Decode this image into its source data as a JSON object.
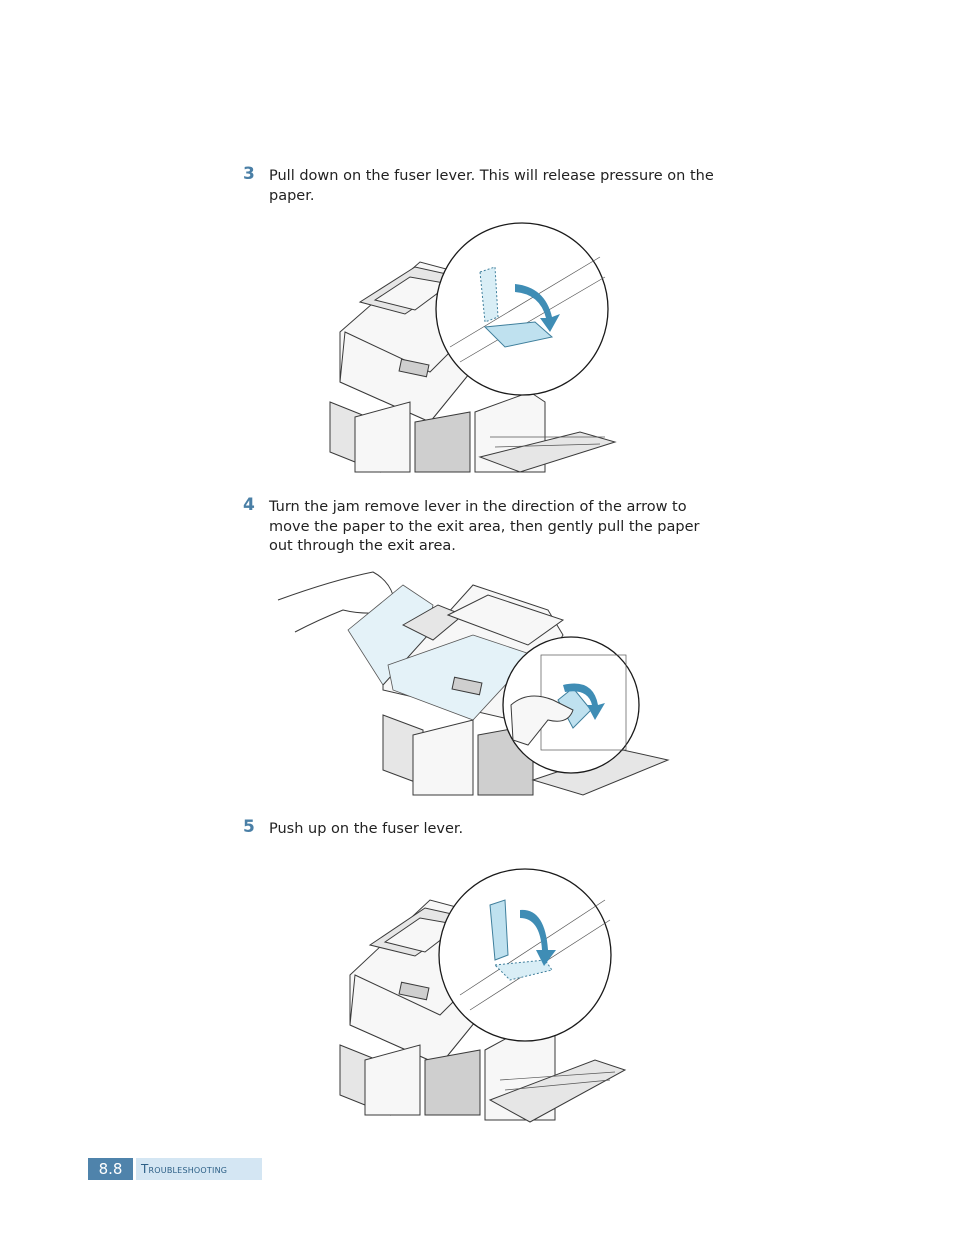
{
  "steps": [
    {
      "number": "3",
      "text": "Pull down on the fuser lever. This will release pressure on the paper."
    },
    {
      "number": "4",
      "text": "Turn the jam remove lever in the direction of the arrow to move the paper to the exit area, then gently pull the paper out through the exit area."
    },
    {
      "number": "5",
      "text": "Push up on the fuser lever."
    }
  ],
  "footer": {
    "page_number": "8.8",
    "section_title": "Troubleshooting"
  },
  "colors": {
    "accent": "#4f83ab",
    "accent_light": "#d4e6f3",
    "lever": "#bfe1ef",
    "arrow": "#3f8db5"
  }
}
